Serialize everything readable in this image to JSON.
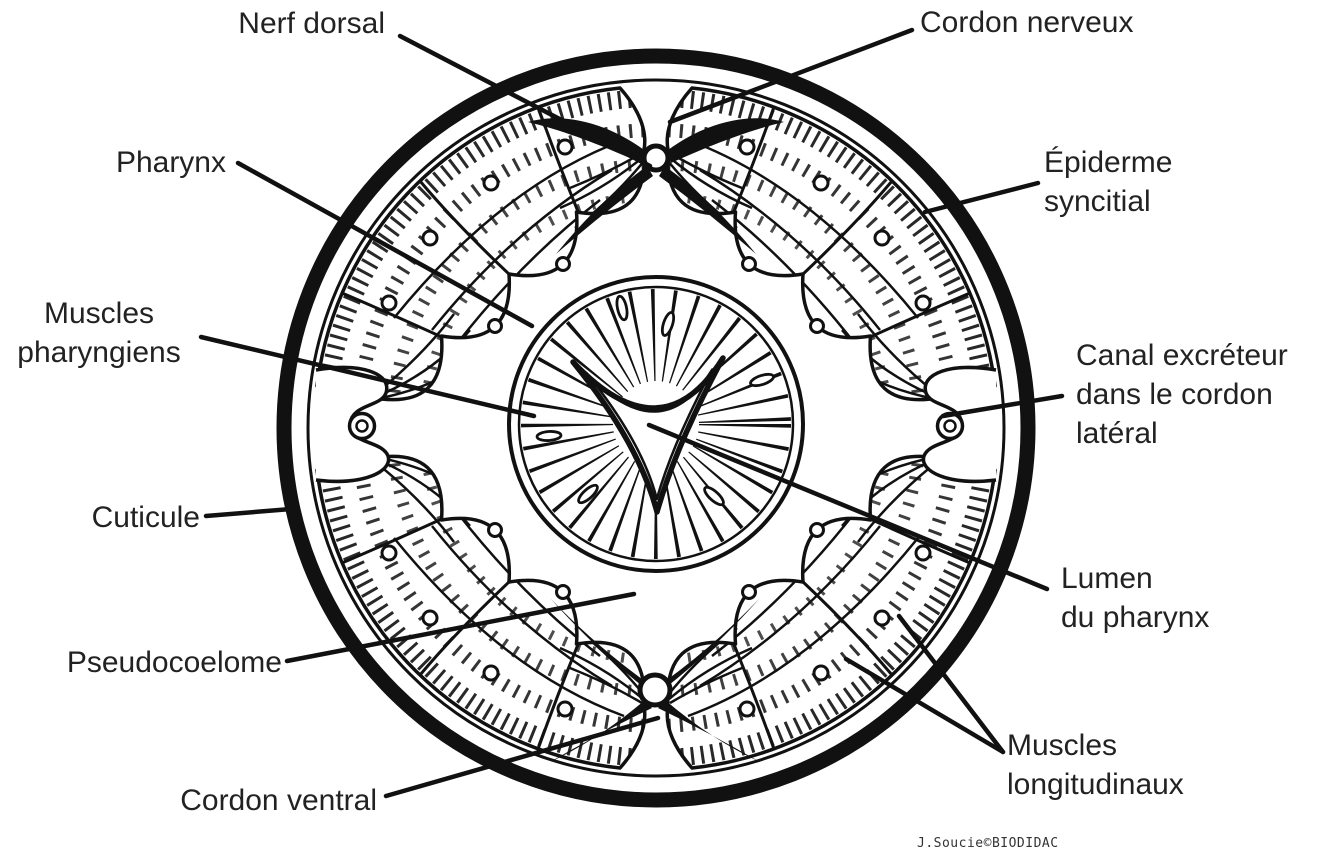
{
  "figure": {
    "kind": "anatomical-cross-section-diagram",
    "colors": {
      "ink": "#111111",
      "label_text": "#222222",
      "background": "#ffffff"
    },
    "labels": {
      "nerf_dorsal": "Nerf dorsal",
      "cordon_nerveux": "Cordon nerveux",
      "pharynx": "Pharynx",
      "muscles_pharyngiens": [
        "Muscles",
        "pharyngiens"
      ],
      "epiderme_syncitial": [
        "Épiderme",
        "syncitial"
      ],
      "canal_excreteur": [
        "Canal excréteur",
        "dans le cordon",
        "latéral"
      ],
      "cuticule": "Cuticule",
      "lumen_du_pharynx": [
        "Lumen",
        "du pharynx"
      ],
      "pseudocoelome": "Pseudocoelome",
      "cordon_ventral": "Cordon ventral",
      "muscles_longitudinaux": [
        "Muscles",
        "longitudinaux"
      ],
      "credit": "J.Soucie©BIODIDAC"
    }
  }
}
